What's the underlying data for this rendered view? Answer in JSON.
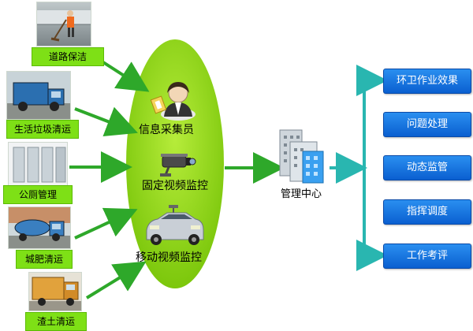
{
  "sources": [
    {
      "label": "道路保洁",
      "icon": "street-sweeper-photo"
    },
    {
      "label": "生活垃圾清运",
      "icon": "garbage-truck-photo"
    },
    {
      "label": "公厕管理",
      "icon": "public-toilet-photo"
    },
    {
      "label": "城肥清运",
      "icon": "sewage-truck-photo"
    },
    {
      "label": "渣土清运",
      "icon": "dump-truck-photo"
    }
  ],
  "collectors": [
    {
      "label": "信息采集员",
      "icon": "person-icon"
    },
    {
      "label": "固定视频监控",
      "icon": "camera-icon"
    },
    {
      "label": "移动视频监控",
      "icon": "car-icon"
    }
  ],
  "center": {
    "label": "管理中心",
    "icon": "building-icon"
  },
  "outputs": [
    "环卫作业效果",
    "问题处理",
    "动态监管",
    "指挥调度",
    "工作考评"
  ],
  "colors": {
    "green": "#7ee016",
    "oval": "#8cd414",
    "arrow_green": "#2ea82a",
    "arrow_teal": "#29b6b0",
    "blue": "#1a6fe0"
  }
}
